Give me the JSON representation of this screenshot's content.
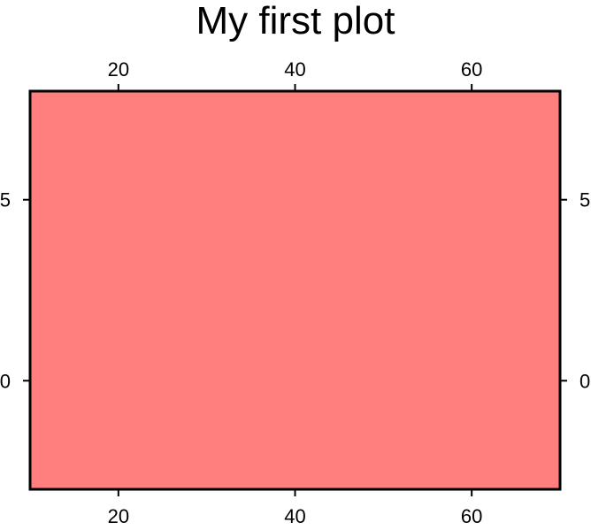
{
  "chart_data": {
    "type": "area",
    "title": "My first plot",
    "xlabel": "",
    "ylabel": "",
    "xlim": [
      10,
      70
    ],
    "ylim": [
      -3,
      8
    ],
    "x_ticks": [
      20,
      40,
      60
    ],
    "y_ticks": [
      0,
      5
    ],
    "x_tick_labels": [
      "20",
      "40",
      "60"
    ],
    "y_tick_labels": [
      "0",
      "5"
    ],
    "axes_on": [
      "bottom",
      "top",
      "left",
      "right"
    ],
    "grid": false,
    "fill_color": "#ff7f7f",
    "frame_color": "#000000",
    "background": "#ffffff"
  }
}
